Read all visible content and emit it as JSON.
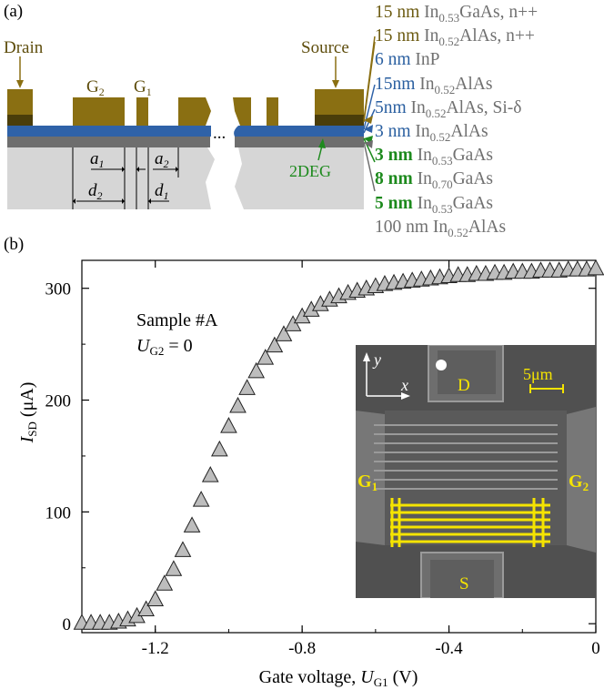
{
  "panel_a": {
    "label": "(a)",
    "drain_label": "Drain",
    "source_label": "Source",
    "g2": {
      "main": "G",
      "sub": "2"
    },
    "g1": {
      "main": "G",
      "sub": "1"
    },
    "a1": {
      "main": "a",
      "sub": "1"
    },
    "a2": {
      "main": "a",
      "sub": "2"
    },
    "d1": {
      "main": "d",
      "sub": "1"
    },
    "d2": {
      "main": "d",
      "sub": "2"
    },
    "ellipsis": "...",
    "twodeg_label": "2DEG",
    "layers": [
      {
        "thickness": "15 nm",
        "mat_a": "In",
        "sub": "0.53",
        "mat_b": "GaAs, n++",
        "color": "#6b5a10",
        "bold": false
      },
      {
        "thickness": "15 nm",
        "mat_a": "In",
        "sub": "0.52",
        "mat_b": "AlAs, n++",
        "color": "#6b5a10",
        "bold": false
      },
      {
        "thickness": "6 nm",
        "mat_a": "InP",
        "sub": "",
        "mat_b": "",
        "color": "#2a5fa0",
        "bold": false
      },
      {
        "thickness": "15nm",
        "mat_a": "In",
        "sub": "0.52",
        "mat_b": "AlAs",
        "color": "#2a5fa0",
        "bold": false
      },
      {
        "thickness": "5nm",
        "mat_a": "In",
        "sub": "0.52",
        "mat_b": "AlAs, Si-δ",
        "color": "#2a5fa0",
        "bold": false
      },
      {
        "thickness": "3 nm",
        "mat_a": "In",
        "sub": "0.52",
        "mat_b": "AlAs",
        "color": "#2a5fa0",
        "bold": false
      },
      {
        "thickness": "3 nm",
        "mat_a": "In",
        "sub": "0.53",
        "mat_b": "GaAs",
        "color": "#1d8a1d",
        "bold": true
      },
      {
        "thickness": "8 nm",
        "mat_a": "In",
        "sub": "0.70",
        "mat_b": "GaAs",
        "color": "#1d8a1d",
        "bold": true
      },
      {
        "thickness": "5 nm",
        "mat_a": "In",
        "sub": "0.53",
        "mat_b": "GaAs",
        "color": "#1d8a1d",
        "bold": true
      },
      {
        "thickness": "100 nm",
        "mat_a": "In",
        "sub": "0.52",
        "mat_b": "AlAs",
        "color": "#707070",
        "bold": false
      }
    ]
  },
  "panel_b": {
    "label": "(b)",
    "sample_label": "Sample #A",
    "ug2": {
      "main": "U",
      "sub": "G2",
      "rest": " = 0"
    },
    "inset": {
      "axis_y": "y",
      "axis_x": "x",
      "drain": "D",
      "source": "S",
      "g1": {
        "main": "G",
        "sub": "1"
      },
      "g2": {
        "main": "G",
        "sub": "2"
      },
      "scale": "5μm"
    }
  },
  "chart_data": {
    "type": "scatter",
    "marker": "triangle",
    "marker_color": "#bdbdbd",
    "xlabel": {
      "main": "Gate voltage, ",
      "var": "U",
      "sub": "G1",
      "unit": " (V)"
    },
    "ylabel": {
      "var": "I",
      "sub": "SD",
      "unit": " (μA)"
    },
    "xlim": [
      -1.4,
      0
    ],
    "ylim": [
      -8,
      325
    ],
    "xticks": [
      -1.2,
      -0.8,
      -0.4,
      0
    ],
    "xtick_labels": [
      "-1.2",
      "-0.8",
      "-0.4",
      "0"
    ],
    "yticks": [
      0,
      100,
      200,
      300
    ],
    "ytick_labels": [
      "0",
      "100",
      "200",
      "300"
    ],
    "x": [
      -1.4,
      -1.375,
      -1.35,
      -1.325,
      -1.3,
      -1.275,
      -1.25,
      -1.225,
      -1.2,
      -1.175,
      -1.15,
      -1.125,
      -1.1,
      -1.075,
      -1.05,
      -1.025,
      -1.0,
      -0.975,
      -0.95,
      -0.925,
      -0.9,
      -0.875,
      -0.85,
      -0.825,
      -0.8,
      -0.775,
      -0.75,
      -0.725,
      -0.7,
      -0.675,
      -0.65,
      -0.625,
      -0.6,
      -0.575,
      -0.55,
      -0.525,
      -0.5,
      -0.475,
      -0.45,
      -0.425,
      -0.4,
      -0.375,
      -0.35,
      -0.325,
      -0.3,
      -0.275,
      -0.25,
      -0.225,
      -0.2,
      -0.175,
      -0.15,
      -0.125,
      -0.1,
      -0.075,
      -0.05,
      -0.025,
      0
    ],
    "y": [
      0,
      0,
      0,
      0,
      1,
      3,
      6,
      12,
      21,
      35,
      48,
      65,
      87,
      110,
      132,
      155,
      176,
      194,
      210,
      225,
      237,
      248,
      258,
      267,
      274,
      280,
      285,
      289,
      292,
      295,
      297,
      299,
      301,
      303,
      304,
      305,
      306,
      307,
      308,
      309,
      310,
      311,
      311,
      312,
      312,
      313,
      313,
      314,
      314,
      314,
      315,
      315,
      315,
      316,
      316,
      316,
      317
    ]
  }
}
